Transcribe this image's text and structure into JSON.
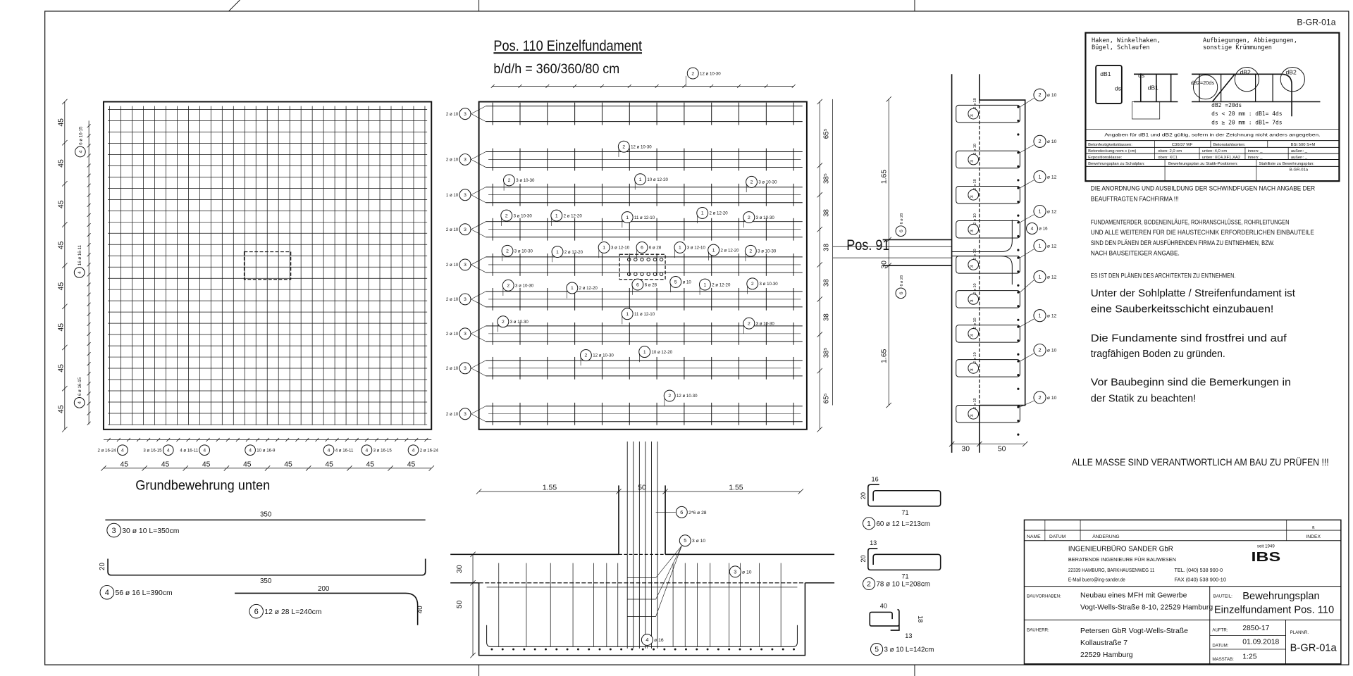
{
  "sheet_id": "B-GR-01a",
  "plan_left": {
    "title": "Grundbewehrung unten",
    "dim_values": [
      "45",
      "45",
      "45",
      "45",
      "45",
      "45",
      "45",
      "45"
    ],
    "side_bars": [
      {
        "num": "4",
        "text": "6 ø 16-15"
      },
      {
        "num": "4",
        "text": "16 ø 16-11"
      },
      {
        "num": "4",
        "text": "6 ø 16-15"
      }
    ],
    "bottom_bars": [
      {
        "num": "4",
        "text": "2 ø 16-24"
      },
      {
        "num": "4",
        "text": "3 ø 16-15"
      },
      {
        "num": "4",
        "text": "4 ø 16-11"
      },
      {
        "num": "4",
        "text": "10 ø 16-9"
      },
      {
        "num": "4",
        "text": "4 ø 16-11"
      },
      {
        "num": "4",
        "text": "3 ø 16-15"
      },
      {
        "num": "4",
        "text": "2 ø 16-24"
      }
    ]
  },
  "plan_main": {
    "title": "Pos. 110 Einzelfundament",
    "subtitle": "b/d/h = 360/360/80 cm",
    "top_bar": {
      "num": "2",
      "text": "12 ø 10-30"
    },
    "row_labels": [
      {
        "num": "3",
        "text": "2 ø 10"
      },
      {
        "num": "3",
        "text": "2 ø 10"
      },
      {
        "num": "3",
        "text": "1 ø 10"
      },
      {
        "num": "3",
        "text": "2 ø 10"
      },
      {
        "num": "3",
        "text": "2 ø 10"
      },
      {
        "num": "3",
        "text": "2 ø 10"
      },
      {
        "num": "3",
        "text": "2 ø 10"
      },
      {
        "num": "3",
        "text": "2 ø 10"
      },
      {
        "num": "3",
        "text": "2 ø 10"
      }
    ],
    "right_dims": [
      "65⁵",
      "38⁵",
      "38",
      "38",
      "38",
      "38",
      "38⁵",
      "65⁵"
    ],
    "callouts": [
      {
        "num": "2",
        "text": "12 ø 10-30"
      },
      {
        "num": "2",
        "text": "3 ø 10-30"
      },
      {
        "num": "1",
        "text": "10 ø 12-20"
      },
      {
        "num": "2",
        "text": "3 ø 10-30"
      },
      {
        "num": "2",
        "text": "3 ø 10-30"
      },
      {
        "num": "1",
        "text": "2 ø 12-20"
      },
      {
        "num": "1",
        "text": "11 ø 12-10"
      },
      {
        "num": "1",
        "text": "2 ø 12-20"
      },
      {
        "num": "2",
        "text": "3 ø 10-30"
      },
      {
        "num": "2",
        "text": "3 ø 10-30"
      },
      {
        "num": "1",
        "text": "2 ø 12-20"
      },
      {
        "num": "1",
        "text": "3 ø 12-10"
      },
      {
        "num": "6",
        "text": "6 ø 28"
      },
      {
        "num": "1",
        "text": "3 ø 12-10"
      },
      {
        "num": "1",
        "text": "2 ø 12-20"
      },
      {
        "num": "2",
        "text": "3 ø 10-30"
      },
      {
        "num": "6",
        "text": "6 ø 28"
      },
      {
        "num": "5",
        "text": "ø 10"
      },
      {
        "num": "2",
        "text": "3 ø 10-30"
      },
      {
        "num": "1",
        "text": "2 ø 12-20"
      },
      {
        "num": "1",
        "text": "2 ø 12-20"
      },
      {
        "num": "2",
        "text": "3 ø 10-30"
      },
      {
        "num": "1",
        "text": "11 ø 12-10"
      },
      {
        "num": "2",
        "text": "3 ø 10-30"
      },
      {
        "num": "2",
        "text": "3 ø 10-30"
      },
      {
        "num": "1",
        "text": "10 ø 12-20"
      },
      {
        "num": "2",
        "text": "12 ø 10-30"
      },
      {
        "num": "2",
        "text": "12 ø 10-30"
      }
    ]
  },
  "section": {
    "dims": [
      "1.55",
      "50",
      "1.55"
    ],
    "heights": [
      "30",
      "50"
    ],
    "callouts": [
      {
        "num": "6",
        "text": "2*6 ø 28"
      },
      {
        "num": "5",
        "text": "3 ø 10"
      },
      {
        "num": "3",
        "text": "ø 10"
      },
      {
        "num": "4",
        "text": "ø 16"
      }
    ]
  },
  "wall_section": {
    "label": "Pos. 91",
    "dims": [
      "1.65",
      "30",
      "1.65"
    ],
    "bottom_dims": [
      "30",
      "50"
    ],
    "stirrup_label": {
      "num": "3",
      "text": "2 ø 10"
    },
    "column_bars": [
      {
        "num": "6",
        "text": "6 ø 28"
      },
      {
        "num": "6",
        "text": "6 ø 28"
      }
    ],
    "callouts": [
      {
        "num": "2",
        "text": "ø 10"
      },
      {
        "num": "2",
        "text": "ø 10"
      },
      {
        "num": "1",
        "text": "ø 12"
      },
      {
        "num": "1",
        "text": "ø 12"
      },
      {
        "num": "1",
        "text": "ø 12"
      },
      {
        "num": "1",
        "text": "ø 12"
      },
      {
        "num": "1",
        "text": "ø 12"
      },
      {
        "num": "2",
        "text": "ø 10"
      },
      {
        "num": "2",
        "text": "ø 10"
      }
    ],
    "extra_callout": {
      "num": "4",
      "text": "ø 16"
    }
  },
  "bar_schedule": {
    "bar3": {
      "num": "3",
      "text": "30 ø 10 L=350cm",
      "dims": [
        "350"
      ]
    },
    "bar4": {
      "num": "4",
      "text": "56 ø 16 L=390cm",
      "dims": [
        "20",
        "350"
      ]
    },
    "bar6": {
      "num": "6",
      "text": "12 ø 28 L=240cm",
      "dims": [
        "200",
        "40"
      ]
    },
    "bar1": {
      "num": "1",
      "text": "60 ø 12 L=213cm",
      "dims": [
        "16",
        "20",
        "71"
      ]
    },
    "bar2": {
      "num": "2",
      "text": "78 ø 10 L=208cm",
      "dims": [
        "13",
        "20",
        "71"
      ]
    },
    "bar5": {
      "num": "5",
      "text": "3 ø 10 L=142cm",
      "dims": [
        "40",
        "18",
        "13"
      ]
    }
  },
  "legend": {
    "head_left": [
      "Haken, Winkelhaken,",
      "Bügel, Schlaufen"
    ],
    "head_right": [
      "Aufbiegungen, Abbiegungen,",
      "sonstige Krümmungen"
    ],
    "symbols": {
      "dB1": "dB1",
      "ds": "ds",
      "dB2": "dB2",
      "dB2_20": "dB2=20ds"
    },
    "formulas": [
      "dB2 =20ds",
      "ds < 20 mm : dB1= 4ds",
      "ds ≥ 20 mm : dB1= 7ds"
    ],
    "note": "Angaben für dB1 und dB2 gültig, sofern in der Zeichnung nicht anders angegeben.",
    "rows": [
      [
        "Betonfestigkeitsklassen:",
        "C30/37 WF",
        "Betonstahlsorten:",
        "BSt 500 S+M"
      ],
      [
        "Betondeckung nom c (cm)",
        "oben:  2,0 cm",
        "unten: 4,0 cm",
        "innen:  _",
        "außen:  _"
      ],
      [
        "Expositionsklasse:",
        "oben:  XC1",
        "unten: XC4,XF1,XA2",
        "innen:  _",
        "außen:  _"
      ],
      [
        "Bewehrungsplan zu Schalplan:",
        "Bewehrungsplan zu Statik-Positionen:",
        "Stahlliste zu Bewehrungsplan:",
        "B-GR-01a"
      ]
    ]
  },
  "notes": {
    "small": [
      "DIE ANORDNUNG UND AUSBILDUNG DER SCHWINDFUGEN NACH ANGABE DER",
      "BEAUFTRAGTEN FACHFIRMA !!!",
      "FUNDAMENTERDER, BODENEINLÄUFE, ROHRANSCHLÜSSE, ROHRLEITUNGEN",
      "UND ALLE WEITEREN FÜR DIE HAUSTECHNIK ERFORDERLICHEN EINBAUTEILE",
      "SIND DEN PLÄNEN DER AUSFÜHRENDEN FIRMA ZU ENTNEHMEN, BZW.",
      "NACH BAUSEITEIGER ANGABE.",
      "ES IST DEN PLÄNEN DES ARCHITEKTEN ZU ENTNEHMEN."
    ],
    "large": [
      "Unter der Sohlplatte / Streifenfundament ist",
      "eine Sauberkeitsschicht einzubauen!",
      "Die Fundamente sind frostfrei und auf",
      "tragfähigen Boden zu gründen.",
      "Vor Baubeginn sind die Bemerkungen in",
      "der Statik zu beachten!"
    ],
    "warning": "ALLE MASSE SIND VERANTWORTLICH AM BAU ZU PRÜFEN !!!"
  },
  "title_block": {
    "index_value": "a",
    "col_name": "NAME",
    "col_datum": "DATUM",
    "col_aenderung": "ÄNDERUNG",
    "col_index": "INDEX",
    "company": "INGENIEURBÜRO SANDER GbR",
    "company_sub": "BERATENDE INGENIEURE FÜR BAUWESEN",
    "address": "22339 HAMBURG, BARKHAUSENWEG 11",
    "tel": "TEL. (040) 538 900-0",
    "email": "E-Mail buero@ing-sander.de",
    "fax": "FAX (040) 538 900-10",
    "logo_since": "seit 1949",
    "logo": "IBS",
    "bauvorhaben_label": "BAUVORHABEN:",
    "bauvorhaben": [
      "Neubau eines MFH mit Gewerbe",
      "Vogt-Wells-Straße 8-10, 22529 Hamburg"
    ],
    "bauteil_label": "BAUTEIL:",
    "bauteil": [
      "Bewehrungsplan",
      "Einzelfundament Pos. 110"
    ],
    "bauherr_label": "BAUHERR:",
    "bauherr": [
      "Petersen GbR Vogt-Wells-Straße",
      "Kollaustraße 7",
      "22529 Hamburg"
    ],
    "auftr_label": "AUFTR:",
    "auftr": "2850-17",
    "datum_label": "DATUM:",
    "datum": "01.09.2018",
    "masstab_label": "MASSTAB:",
    "masstab": "1:25",
    "plannr_label": "PLANNR.",
    "plannr": "B-GR-01a"
  }
}
